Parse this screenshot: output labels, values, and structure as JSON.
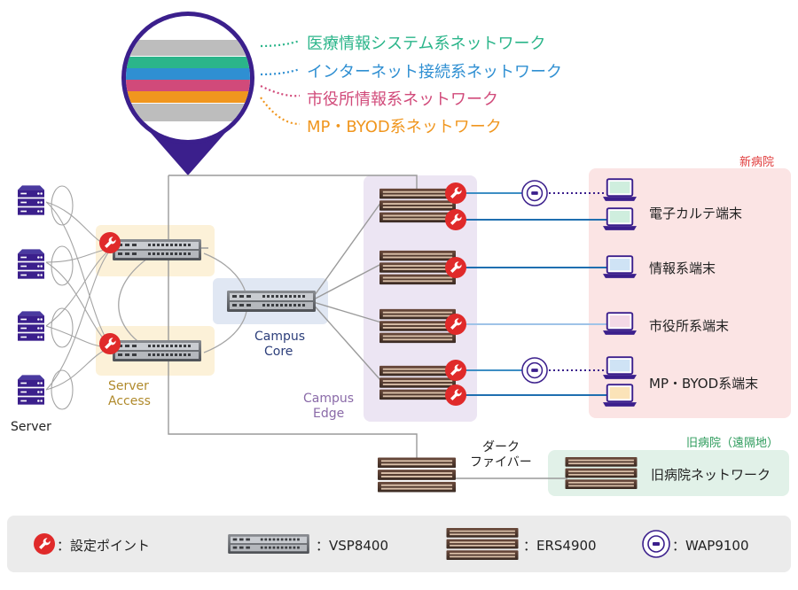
{
  "legend_top": {
    "items": [
      {
        "label": "医療情報システム系ネットワーク",
        "color": "#2bb58a"
      },
      {
        "label": "インターネット接続系ネットワーク",
        "color": "#2f8fd2"
      },
      {
        "label": "市役所情報系ネットワーク",
        "color": "#d14a7a"
      },
      {
        "label": "MP・BYOD系ネットワーク",
        "color": "#f0961e"
      }
    ]
  },
  "zones": {
    "new_hospital": "新病院",
    "old_hospital": "旧病院（遠隔地）",
    "server_access": [
      "Server",
      "Access"
    ],
    "campus_core": [
      "Campus",
      "Core"
    ],
    "campus_edge": [
      "Campus",
      "Edge"
    ],
    "server": "Server",
    "dark_fiber": [
      "ダーク",
      "ファイバー"
    ]
  },
  "terminals": [
    {
      "label": "電子カルテ端末"
    },
    {
      "label": "情報系端末"
    },
    {
      "label": "市役所系端末"
    },
    {
      "label": "MP・BYOD系端末"
    },
    {
      "label": "旧病院ネットワーク"
    }
  ],
  "bottom_legend": {
    "setting_point": "：設定ポイント",
    "vsp": "：VSP8400",
    "ers": "：ERS4900",
    "wap": "：WAP9100"
  },
  "colors": {
    "purple": "#3b1f8c",
    "red": "#e02a2a",
    "pink_zone": "#fbe4e4",
    "green_zone": "#e1f1e8",
    "beige_zone": "#fcf1d8",
    "lavender_zone": "#ece5f3",
    "core_zone": "#e0e7f3"
  }
}
